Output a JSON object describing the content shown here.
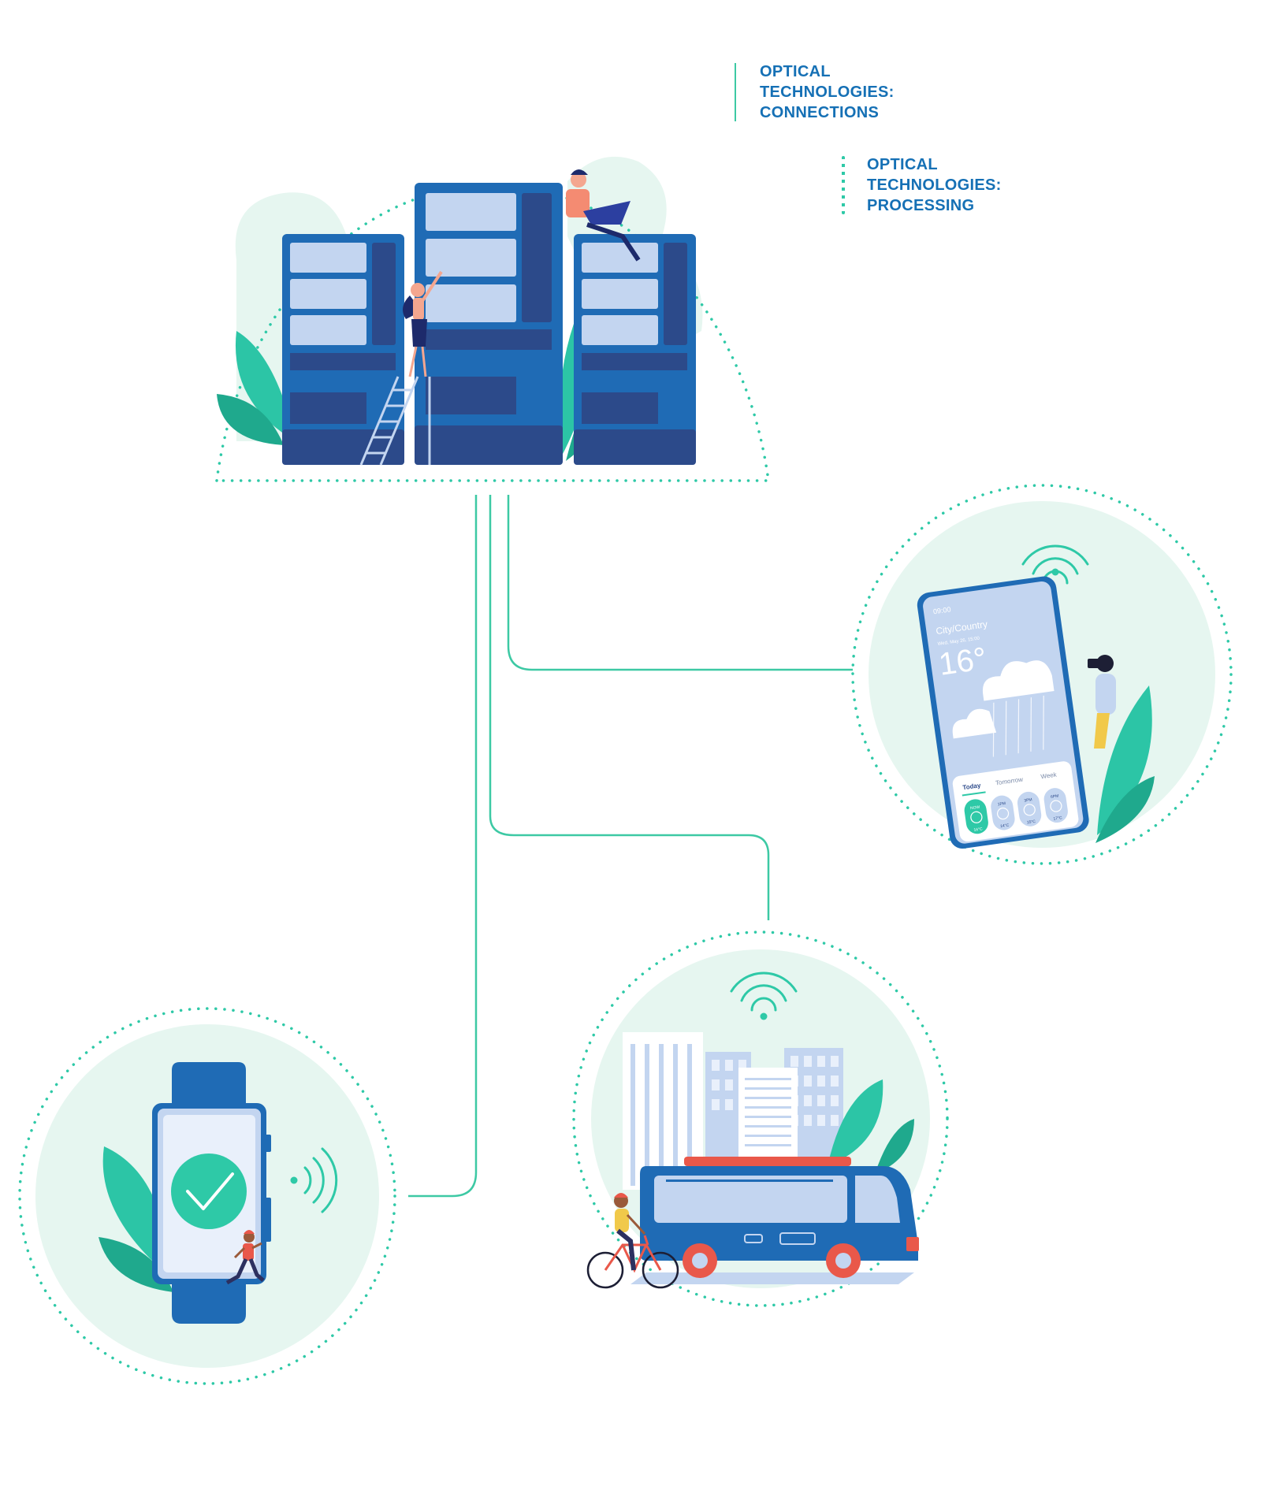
{
  "legend": {
    "connections": {
      "lines": [
        "OPTICAL",
        "TECHNOLOGIES:",
        "CONNECTIONS"
      ]
    },
    "processing": {
      "lines": [
        "OPTICAL",
        "TECHNOLOGIES:",
        "PROCESSING"
      ]
    }
  },
  "phone_app": {
    "time": "09:00",
    "location": "City/Country",
    "date": "Wed, May 26, 15:00",
    "temperature": "16°",
    "tabs": [
      "Today",
      "Tomorrow",
      "Week"
    ],
    "slots": [
      {
        "time": "NOW",
        "temp": "16°C"
      },
      {
        "time": "1PM",
        "temp": "14°C"
      },
      {
        "time": "3PM",
        "temp": "15°C"
      },
      {
        "time": "6PM",
        "temp": "17°C"
      }
    ]
  },
  "colors": {
    "connection": "#3dc9a4",
    "processing_dots": "#2ec9a7",
    "legend_text": "#1570b5",
    "navy": "#2c4a8a",
    "blue": "#1f6bb5",
    "pale_blue": "#c3d5f0",
    "mint_bg": "#e6f6f0",
    "leaf": "#2cc5a6"
  }
}
